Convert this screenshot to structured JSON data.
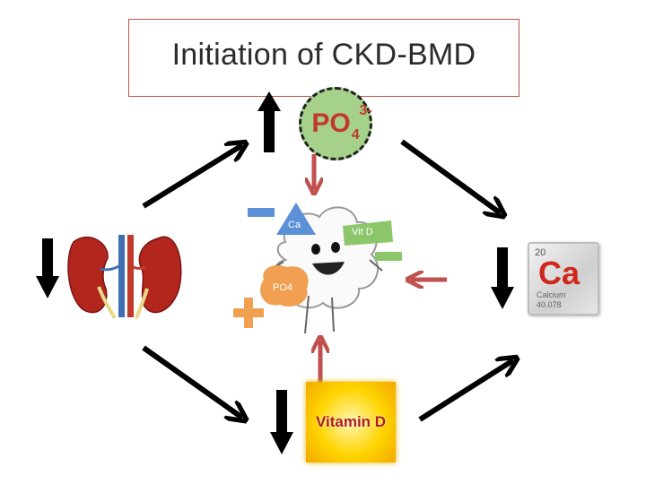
{
  "title": "Initiation of CKD-BMD",
  "phosphate": {
    "base": "PO",
    "subscript": "4",
    "superscript": "3-"
  },
  "calcium_tile": {
    "number": "20",
    "symbol": "Ca",
    "name": "Calcium",
    "mass": "40.078"
  },
  "vitamin_d": {
    "label": "Vitamin D"
  },
  "bone_cell": {
    "label_ca": "Ca",
    "label_vitd": "Vit D",
    "label_po4": "PO4"
  },
  "icons": [
    "kidneys-icon",
    "calcium-element-tile",
    "vitamin-d-sun-icon",
    "bone-cell-icon",
    "plus-icon",
    "minus-icon"
  ],
  "colors": {
    "title_border": "#c0504d",
    "po4_circle": "#a6d18a",
    "po4_text": "#c0392b",
    "red_arrow": "#c0504d",
    "ca_triangle": "#5b8fd6",
    "vitd_tag": "#8cc66b",
    "po4_blob": "#f0a050",
    "plus_sign": "#f0a050",
    "minus_sign": "#5b8fd6",
    "calcium_symbol": "#d0281c"
  }
}
